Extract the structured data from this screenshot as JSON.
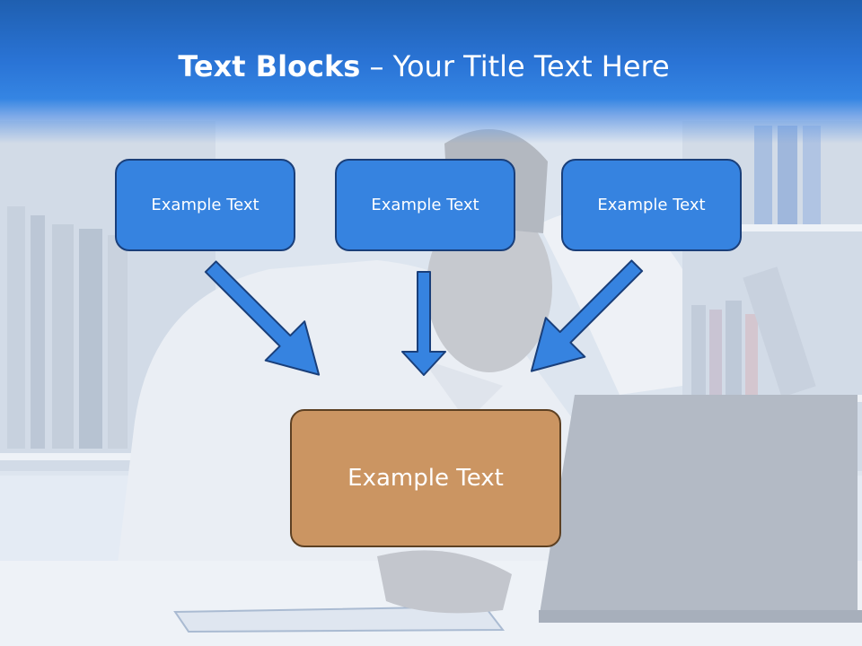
{
  "slide": {
    "title_bold": "Text Blocks",
    "title_dash": " – ",
    "title_rest": "Your Title Text Here"
  },
  "blocks": {
    "top": [
      {
        "label": "Example Text"
      },
      {
        "label": "Example Text"
      },
      {
        "label": "Example Text"
      }
    ],
    "bottom": {
      "label": "Example Text"
    }
  },
  "colors": {
    "title_band": "#2a74d6",
    "top_block_fill": "#3683e0",
    "top_block_border": "#1a3f7a",
    "arrow_fill": "#3683e0",
    "arrow_stroke": "#1a3f7a",
    "bottom_block_fill": "#cb9562",
    "bottom_block_border": "#5d4022"
  }
}
